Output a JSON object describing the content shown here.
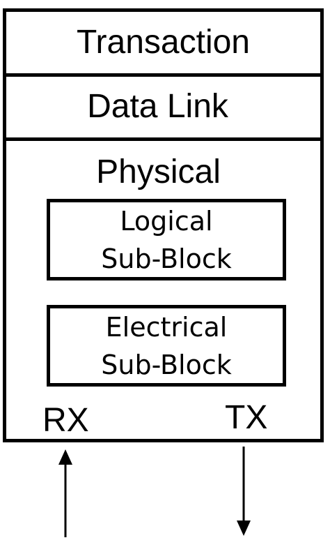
{
  "layers": {
    "transaction": "Transaction",
    "data_link": "Data Link",
    "physical": "Physical"
  },
  "sub_blocks": {
    "logical": {
      "line1": "Logical",
      "line2": "Sub-Block"
    },
    "electrical": {
      "line1": "Electrical",
      "line2": "Sub-Block"
    }
  },
  "ports": {
    "rx": "RX",
    "tx": "TX"
  }
}
